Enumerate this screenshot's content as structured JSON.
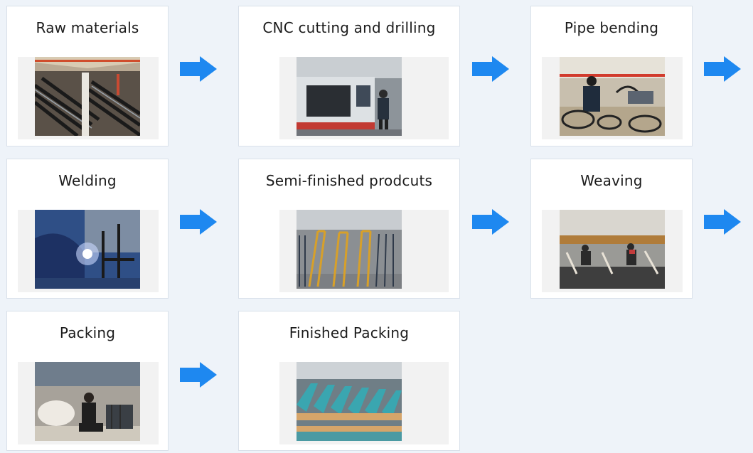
{
  "steps": [
    {
      "label": "Raw materials",
      "photo_icon": "steel-pipes-warehouse-photo"
    },
    {
      "label": "CNC cutting and drilling",
      "photo_icon": "cnc-machine-photo"
    },
    {
      "label": "Pipe bending",
      "photo_icon": "pipe-bending-photo"
    },
    {
      "label": "Welding",
      "photo_icon": "welding-photo"
    },
    {
      "label": "Semi-finished prodcuts",
      "photo_icon": "chair-frames-photo"
    },
    {
      "label": "Weaving",
      "photo_icon": "weaving-workshop-photo"
    },
    {
      "label": "Packing",
      "photo_icon": "packing-photo"
    },
    {
      "label": "Finished Packing",
      "photo_icon": "packed-chairs-photo"
    }
  ],
  "colors": {
    "arrow": "#1e88f0",
    "card_border": "#d9e1ea",
    "background": "#eef3f9"
  },
  "connector_icon": "right-arrow-icon"
}
